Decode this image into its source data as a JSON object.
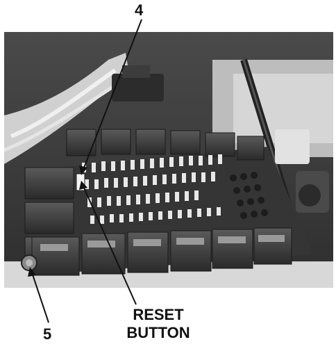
{
  "callouts": {
    "item_4": "4",
    "item_5": "5",
    "reset_line1": "RESET",
    "reset_line2": "BUTTON"
  },
  "colors": {
    "background": "#ffffff",
    "photo_dark": "#3a3a3a",
    "photo_mid": "#6e6e6e",
    "photo_light": "#c8c8c8",
    "leader": "#111111"
  }
}
